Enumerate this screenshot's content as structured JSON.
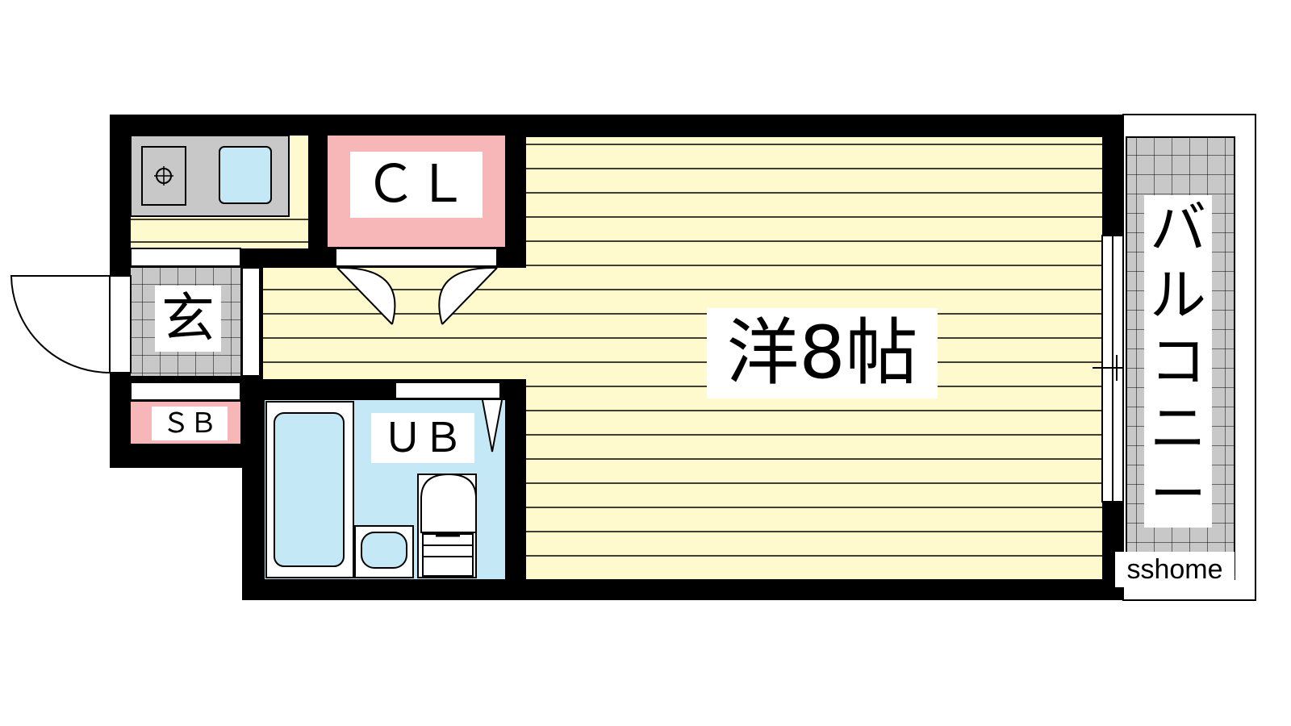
{
  "labels": {
    "room": "洋8帖",
    "closet": "ＣＬ",
    "entrance": "玄",
    "shoe_box": "ＳＢ",
    "unit_bath": "ＵＢ",
    "balcony": [
      "バ",
      "ル",
      "コ",
      "ニ",
      "ー"
    ],
    "watermark": "sshome"
  },
  "colors": {
    "wall": "#000000",
    "room_floor": "#fffacd",
    "closet": "#f7b7b9",
    "shoe_box": "#f7b7b9",
    "bath": "#c5e8f7",
    "tile": "#c8c8c8",
    "balcony_tile": "#c8c8c8"
  }
}
